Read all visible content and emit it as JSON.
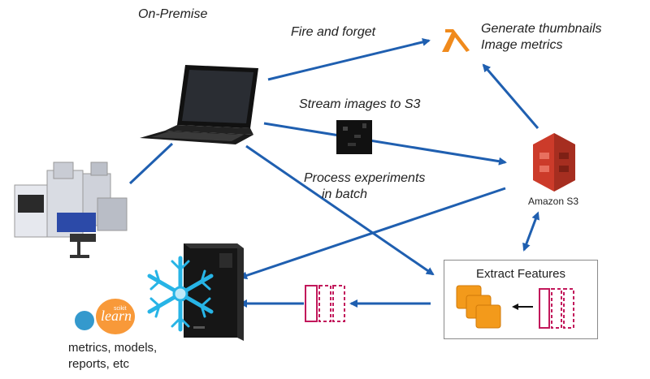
{
  "labels": {
    "on_premise": "On-Premise",
    "fire_and_forget": "Fire and forget",
    "generate_thumbnails": "Generate thumbnails",
    "image_metrics": "Image metrics",
    "stream_images": "Stream images to S3",
    "process_experiments_1": "Process experiments",
    "process_experiments_2": "in batch",
    "amazon_s3": "Amazon S3",
    "extract_features": "Extract Features",
    "outputs_1": "metrics, models,",
    "outputs_2": "reports, etc",
    "sklearn_small": "scikit",
    "sklearn_word": "learn"
  },
  "colors": {
    "arrow": "#1f5fb0",
    "lambda": "#f08a1c",
    "s3_red": "#cc3b2a",
    "features_orange": "#f39a1b",
    "vector_magenta": "#c2185b",
    "snowflake": "#27b4e6"
  },
  "icons": [
    "laptop-icon",
    "lambda-icon",
    "amazon-s3-icon",
    "robot-lab-icon",
    "server-tower-icon",
    "snowflake-icon",
    "sklearn-logo",
    "feature-vector-icon",
    "feature-stack-icon",
    "image-thumbnail-icon"
  ]
}
